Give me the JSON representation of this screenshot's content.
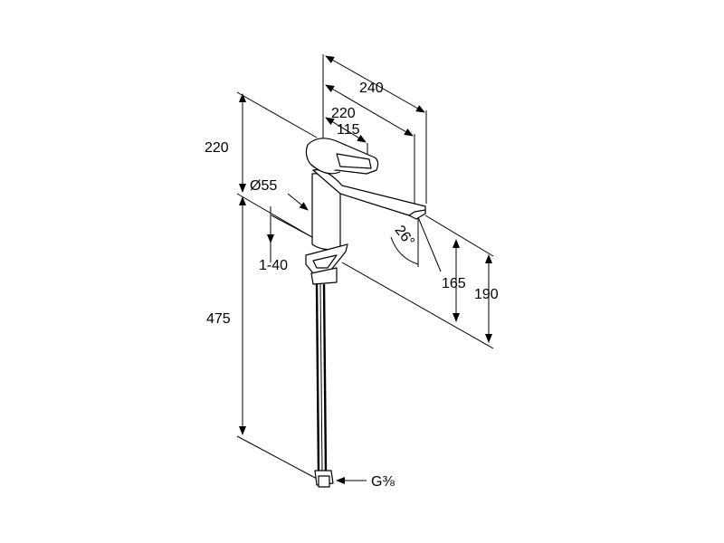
{
  "dimensions": {
    "width_240": "240",
    "width_220": "220",
    "handle_115": "115",
    "height_220": "220",
    "diameter": "Ø55",
    "deck_range": "1-40",
    "hose_475": "475",
    "spout_165": "165",
    "spout_190": "190",
    "angle": "26°",
    "thread": "G⅜"
  }
}
